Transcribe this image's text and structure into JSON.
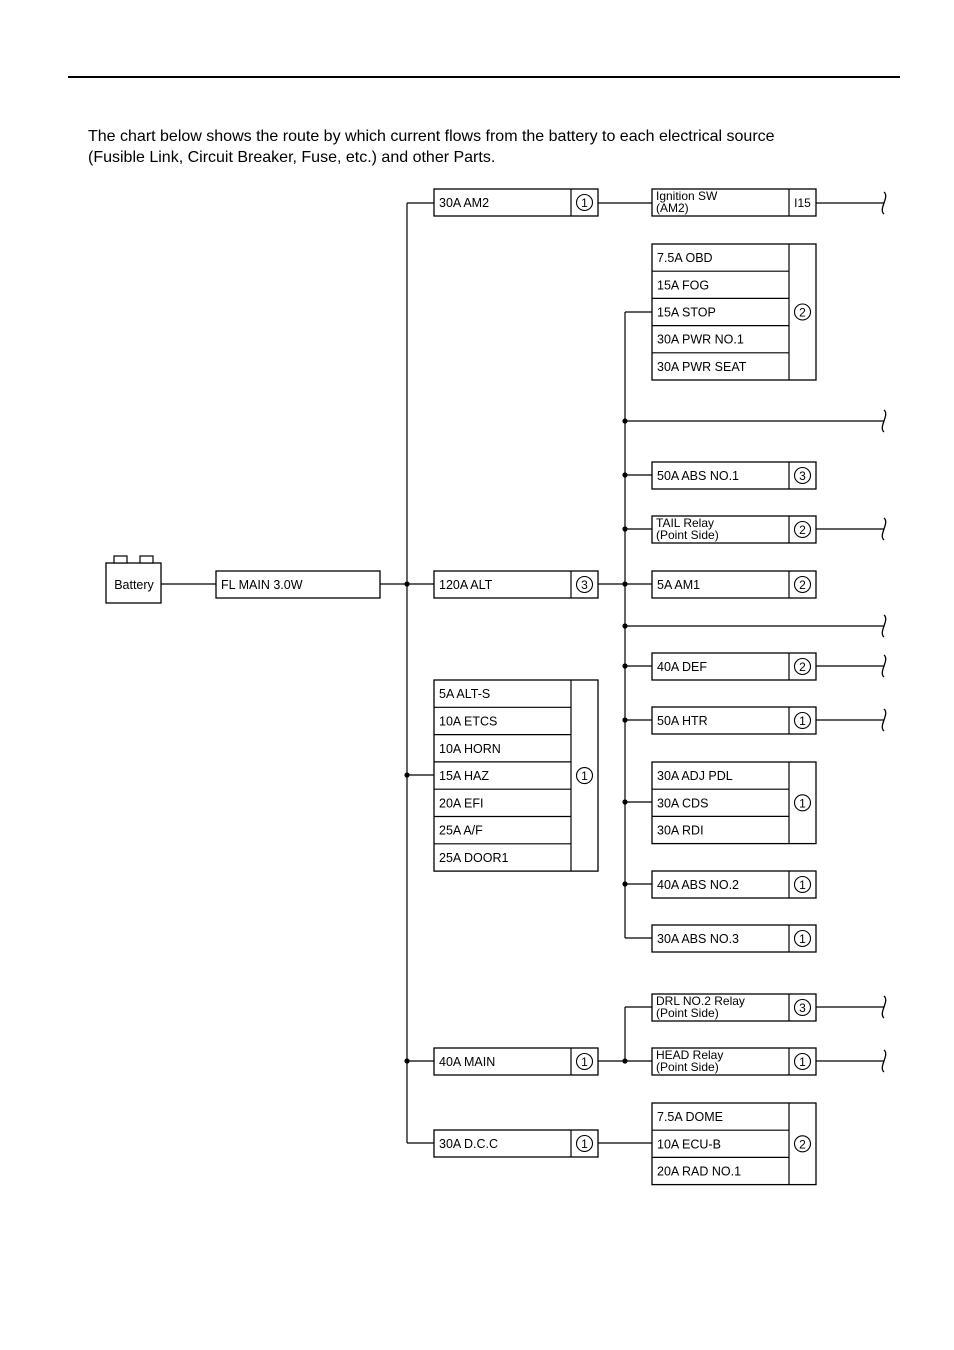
{
  "intro": {
    "line1": "The chart below shows the route by which current flows from the battery to each electrical source",
    "line2": "(Fusible Link, Circuit Breaker, Fuse, etc.) and other Parts."
  },
  "battery": {
    "label": "Battery"
  },
  "main_link": {
    "label": "FL MAIN 3.0W"
  },
  "left_column": [
    {
      "id": "am2",
      "labels": [
        "30A AM2"
      ],
      "ref": "1"
    },
    {
      "id": "alt",
      "labels": [
        "120A ALT"
      ],
      "ref": "3"
    },
    {
      "id": "group-a",
      "labels": [
        "5A ALT-S",
        "10A ETCS",
        "10A HORN",
        "15A HAZ",
        "20A EFI",
        "25A A/F",
        "25A DOOR1"
      ],
      "ref": "1"
    },
    {
      "id": "main",
      "labels": [
        "40A MAIN"
      ],
      "ref": "1"
    },
    {
      "id": "dcc",
      "labels": [
        "30A D.C.C"
      ],
      "ref": "1"
    }
  ],
  "right_column": [
    {
      "id": "ign",
      "labels": [
        "Ignition SW",
        "(AM2)"
      ],
      "ref": "I15"
    },
    {
      "id": "group-b",
      "labels": [
        "7.5A OBD",
        "15A FOG",
        "15A STOP",
        "30A PWR NO.1",
        "30A PWR SEAT"
      ],
      "ref": "2"
    },
    {
      "id": "abs1",
      "labels": [
        "50A ABS NO.1"
      ],
      "ref": "3"
    },
    {
      "id": "tail",
      "labels": [
        "TAIL Relay",
        "(Point Side)"
      ],
      "ref": "2"
    },
    {
      "id": "am1",
      "labels": [
        "5A AM1"
      ],
      "ref": "2"
    },
    {
      "id": "def",
      "labels": [
        "40A DEF"
      ],
      "ref": "2"
    },
    {
      "id": "htr",
      "labels": [
        "50A HTR"
      ],
      "ref": "1"
    },
    {
      "id": "group-c",
      "labels": [
        "30A ADJ PDL",
        "30A CDS",
        "30A RDI"
      ],
      "ref": "1"
    },
    {
      "id": "abs2",
      "labels": [
        "40A ABS NO.2"
      ],
      "ref": "1"
    },
    {
      "id": "abs3",
      "labels": [
        "30A ABS NO.3"
      ],
      "ref": "1"
    },
    {
      "id": "drl",
      "labels": [
        "DRL NO.2 Relay",
        "(Point Side)"
      ],
      "ref": "3"
    },
    {
      "id": "head",
      "labels": [
        "HEAD Relay",
        "(Point Side)"
      ],
      "ref": "1"
    },
    {
      "id": "group-d",
      "labels": [
        "7.5A DOME",
        "10A ECU-B",
        "20A RAD NO.1"
      ],
      "ref": "2"
    }
  ]
}
